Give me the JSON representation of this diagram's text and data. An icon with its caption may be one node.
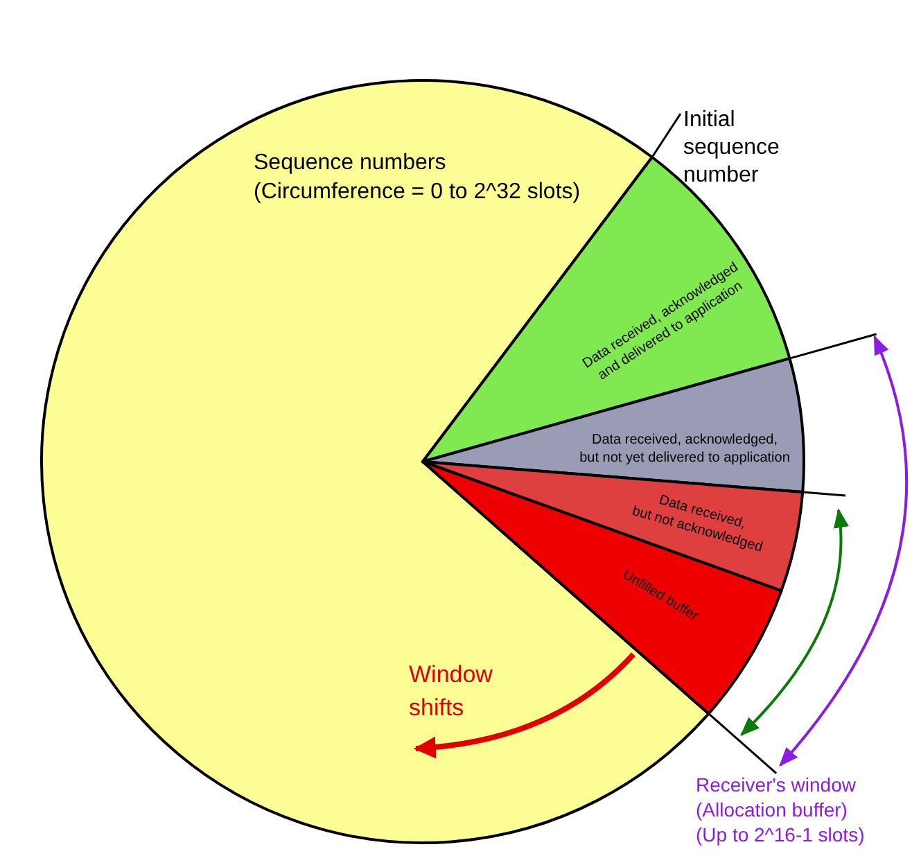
{
  "diagram": {
    "nodes": [
      {
        "text": [
          "Sequence numbers (Circumference = 0 to 2^32 slots)"
        ]
      },
      {
        "text": [
          "Initial sequence number"
        ]
      },
      {
        "text": [
          "Data received, acknowledged and delivered to application"
        ]
      },
      {
        "text": [
          "Data received, acknowledged, but not yet delivered to application"
        ]
      },
      {
        "text": [
          "Data received, but not acknowledged"
        ]
      },
      {
        "text": [
          "Unfilled buffer"
        ]
      }
    ],
    "edges": [
      {
        "from": 1,
        "to": 2,
        "arrow": "none"
      }
    ],
    "labels": [
      "Window shifts",
      "Receiver's window (Allocation buffer) (Up to 2^16-1 slots)"
    ]
  }
}
